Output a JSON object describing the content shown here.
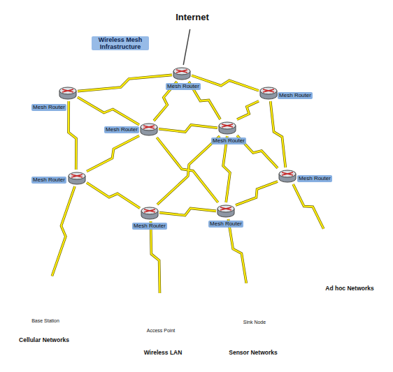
{
  "diagram": {
    "nodes": [
      {
        "text": [
          "Internet"
        ]
      },
      {
        "text": [
          "Wireless Mesh Infrastructure"
        ]
      },
      {
        "text": [
          "Mesh Router"
        ],
        "in": 1
      },
      {
        "text": [
          "Mesh Router"
        ],
        "in": 1
      },
      {
        "text": [
          "Mesh Router"
        ],
        "in": 1
      },
      {
        "text": [
          "Mesh Router"
        ],
        "in": 1
      },
      {
        "text": [
          "Mesh Router"
        ],
        "in": 1
      },
      {
        "text": [
          "Mesh Router"
        ],
        "in": 1
      },
      {
        "text": [
          "Mesh Router"
        ],
        "in": 1
      },
      {
        "text": [
          "Mesh Router"
        ],
        "in": 1
      },
      {
        "text": [
          "Mesh Router"
        ],
        "in": 1
      },
      {
        "text": [
          "Base Station",
          "Cellular Networks"
        ]
      },
      {
        "text": [
          "Access Point",
          "Wireless LAN"
        ]
      },
      {
        "text": [
          "Sink Node",
          "Sensor Networks"
        ]
      },
      {
        "text": [
          "Ad hoc Networks"
        ]
      }
    ],
    "edges": [
      {
        "from": 0,
        "to": 3,
        "arrow": "none"
      },
      {
        "from": 2,
        "to": 3,
        "arrow": "none"
      },
      {
        "from": 3,
        "to": 4,
        "arrow": "none"
      },
      {
        "from": 2,
        "to": 5,
        "arrow": "none"
      },
      {
        "from": 3,
        "to": 5,
        "arrow": "none"
      },
      {
        "from": 3,
        "to": 6,
        "arrow": "none"
      },
      {
        "from": 4,
        "to": 6,
        "arrow": "none"
      },
      {
        "from": 4,
        "to": 8,
        "arrow": "none"
      },
      {
        "from": 2,
        "to": 7,
        "arrow": "none"
      },
      {
        "from": 5,
        "to": 6,
        "arrow": "none"
      },
      {
        "from": 5,
        "to": 7,
        "arrow": "none"
      },
      {
        "from": 5,
        "to": 10,
        "arrow": "none"
      },
      {
        "from": 6,
        "to": 8,
        "arrow": "none"
      },
      {
        "from": 6,
        "to": 10,
        "arrow": "none"
      },
      {
        "from": 6,
        "to": 9,
        "arrow": "none"
      },
      {
        "from": 7,
        "to": 9,
        "arrow": "none"
      },
      {
        "from": 9,
        "to": 10,
        "arrow": "none"
      },
      {
        "from": 10,
        "to": 8,
        "arrow": "none"
      },
      {
        "from": 7,
        "to": 11,
        "arrow": "none"
      },
      {
        "from": 9,
        "to": 12,
        "arrow": "none"
      },
      {
        "from": 10,
        "to": 13,
        "arrow": "none"
      },
      {
        "from": 8,
        "to": 14,
        "arrow": "none"
      }
    ]
  }
}
